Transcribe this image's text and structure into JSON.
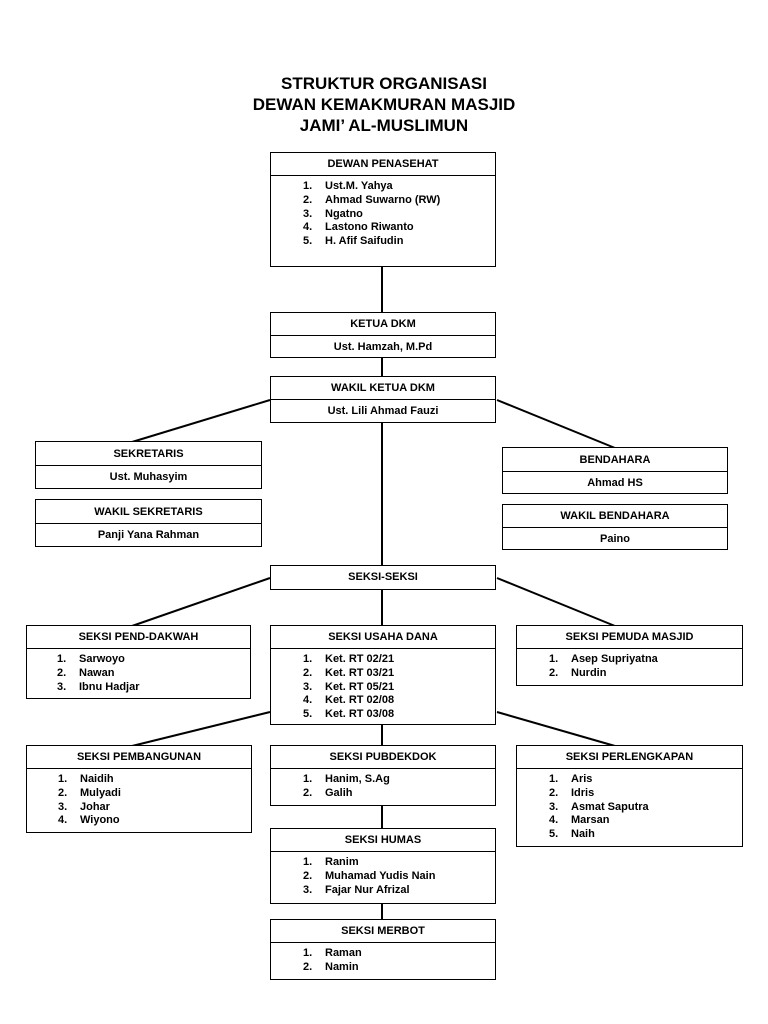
{
  "title": {
    "line1": "STRUKTUR ORGANISASI",
    "line2": "DEWAN KEMAKMURAN MASJID",
    "line3": "JAMI’ AL-MUSLIMUN"
  },
  "dewan_penasehat": {
    "label": "DEWAN PENASEHAT",
    "members": [
      "Ust.M. Yahya",
      "Ahmad Suwarno (RW)",
      "Ngatno",
      "Lastono Riwanto",
      "H. Afif Saifudin"
    ]
  },
  "ketua": {
    "label": "KETUA DKM",
    "name": "Ust. Hamzah, M.Pd"
  },
  "wakil_ketua": {
    "label": "WAKIL KETUA DKM",
    "name": "Ust. Lili Ahmad Fauzi"
  },
  "sekretaris": {
    "label": "SEKRETARIS",
    "name": "Ust. Muhasyim"
  },
  "wakil_sekretaris": {
    "label": "WAKIL SEKRETARIS",
    "name": "Panji Yana Rahman"
  },
  "bendahara": {
    "label": "BENDAHARA",
    "name": "Ahmad HS"
  },
  "wakil_bendahara": {
    "label": "WAKIL BENDAHARA",
    "name": "Paino"
  },
  "seksi_seksi": {
    "label": "SEKSI-SEKSI"
  },
  "seksi_dakwah": {
    "label": "SEKSI PEND-DAKWAH",
    "members": [
      "Sarwoyo",
      "Nawan",
      "Ibnu Hadjar"
    ]
  },
  "seksi_usaha": {
    "label": "SEKSI USAHA DANA",
    "members": [
      "Ket. RT 02/21",
      "Ket. RT 03/21",
      "Ket. RT 05/21",
      "Ket. RT 02/08",
      "Ket. RT 03/08"
    ]
  },
  "seksi_pemuda": {
    "label": "SEKSI PEMUDA MASJID",
    "members": [
      "Asep Supriyatna",
      "Nurdin"
    ]
  },
  "seksi_pembangunan": {
    "label": "SEKSI PEMBANGUNAN",
    "members": [
      "Naidih",
      "Mulyadi",
      "Johar",
      "Wiyono"
    ]
  },
  "seksi_pubdekdok": {
    "label": "SEKSI PUBDEKDOK",
    "members": [
      "Hanim, S.Ag",
      "Galih"
    ]
  },
  "seksi_perlengkapan": {
    "label": "SEKSI PERLENGKAPAN",
    "members": [
      "Aris",
      "Idris",
      "Asmat Saputra",
      "Marsan",
      "Naih"
    ]
  },
  "seksi_humas": {
    "label": "SEKSI HUMAS",
    "members": [
      "Ranim",
      "Muhamad Yudis Nain",
      "Fajar Nur Afrizal"
    ]
  },
  "seksi_merbot": {
    "label": "SEKSI MERBOT",
    "members": [
      "Raman",
      "Namin"
    ]
  }
}
